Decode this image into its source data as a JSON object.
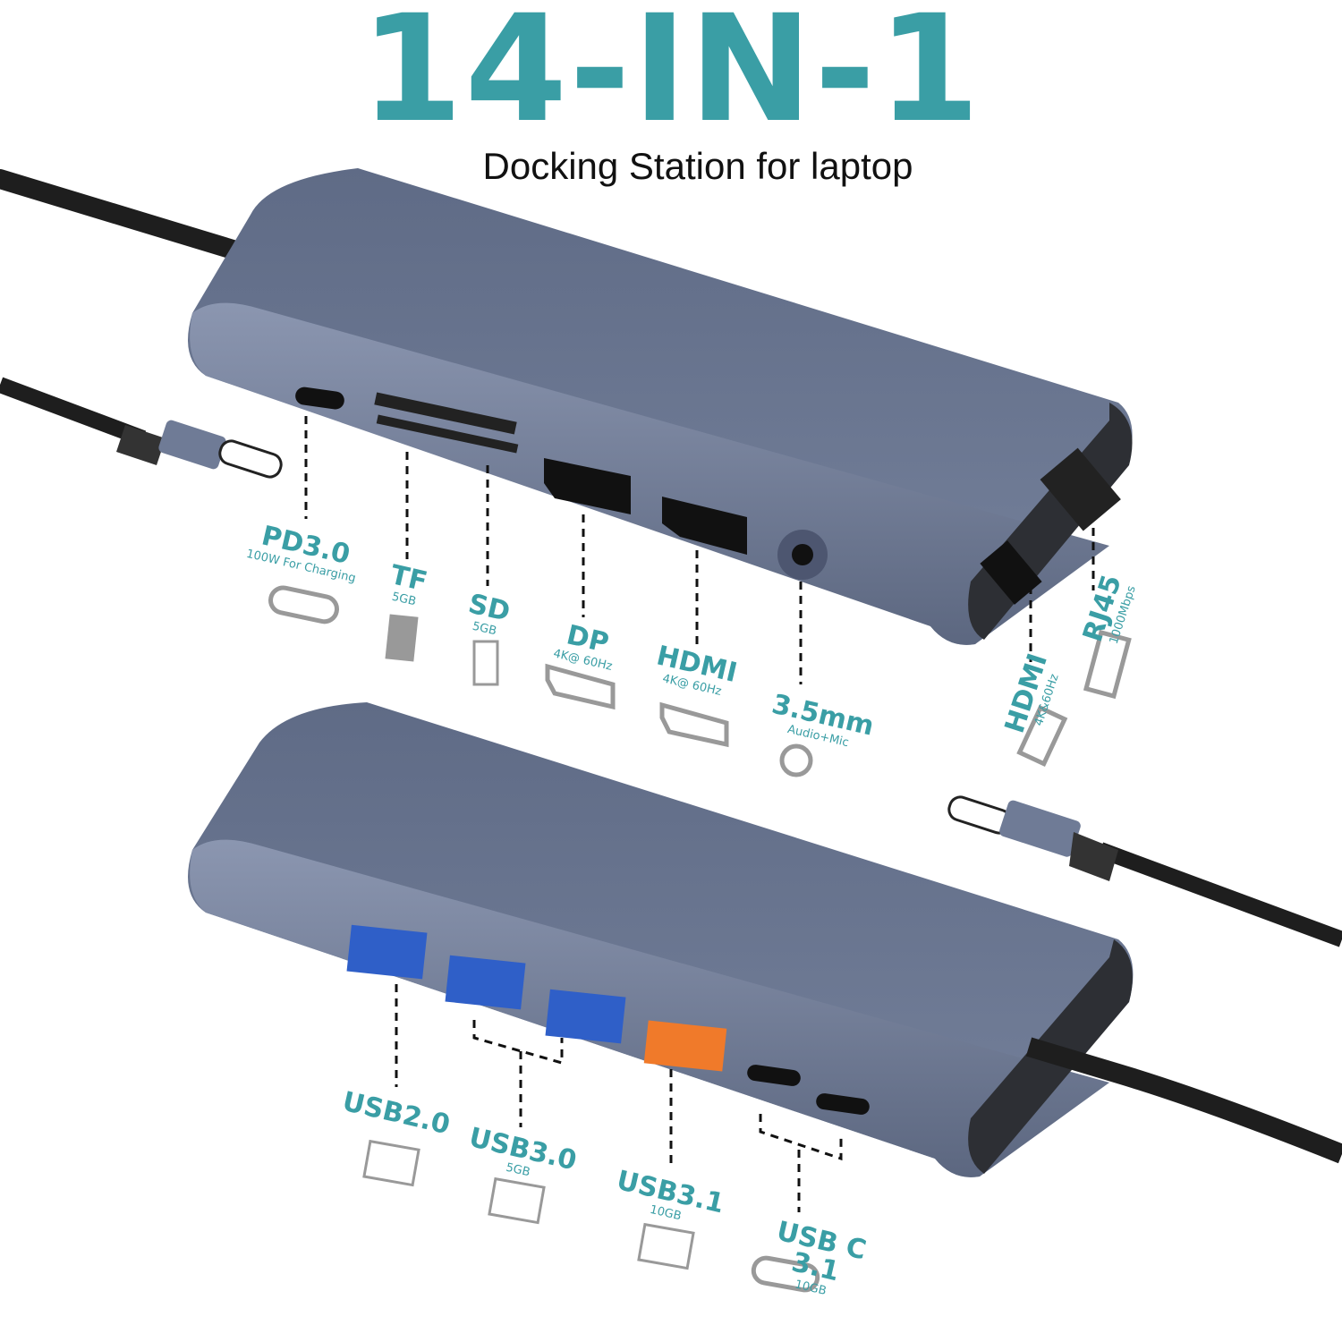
{
  "header": {
    "title": "14-IN-1",
    "subtitle": "Docking Station for laptop"
  },
  "colors": {
    "accent": "#3a9ea5",
    "hub_body": "#6a7690",
    "cable": "#1e1e1e",
    "usb3_blue": "#2f5fc8",
    "usb31_orange": "#f07a2a"
  },
  "top_ports": [
    {
      "name": "PD3.0",
      "sub": "100W For Charging",
      "icon": "usb-c-icon"
    },
    {
      "name": "TF",
      "sub": "5GB",
      "icon": "tf-card-icon"
    },
    {
      "name": "SD",
      "sub": "5GB",
      "icon": "sd-card-icon"
    },
    {
      "name": "DP",
      "sub": "4K@ 60Hz",
      "icon": "dp-port-icon"
    },
    {
      "name": "HDMI",
      "sub": "4K@ 60Hz",
      "icon": "hdmi-port-icon"
    },
    {
      "name": "3.5mm",
      "sub": "Audio+Mic",
      "icon": "audio-jack-icon"
    },
    {
      "name": "HDMI",
      "sub": "4K&60Hz",
      "icon": "hdmi-port-icon"
    },
    {
      "name": "RJ45",
      "sub": "1000Mbps",
      "icon": "ethernet-icon"
    }
  ],
  "bottom_ports": [
    {
      "name": "USB2.0",
      "sub": "",
      "icon": "usb-a-icon"
    },
    {
      "name": "USB3.0",
      "sub": "5GB",
      "icon": "usb-a-icon"
    },
    {
      "name": "USB3.1",
      "sub": "10GB",
      "icon": "usb-a-icon"
    },
    {
      "name": "USB C 3.1",
      "sub": "10GB",
      "icon": "usb-c-icon"
    }
  ]
}
